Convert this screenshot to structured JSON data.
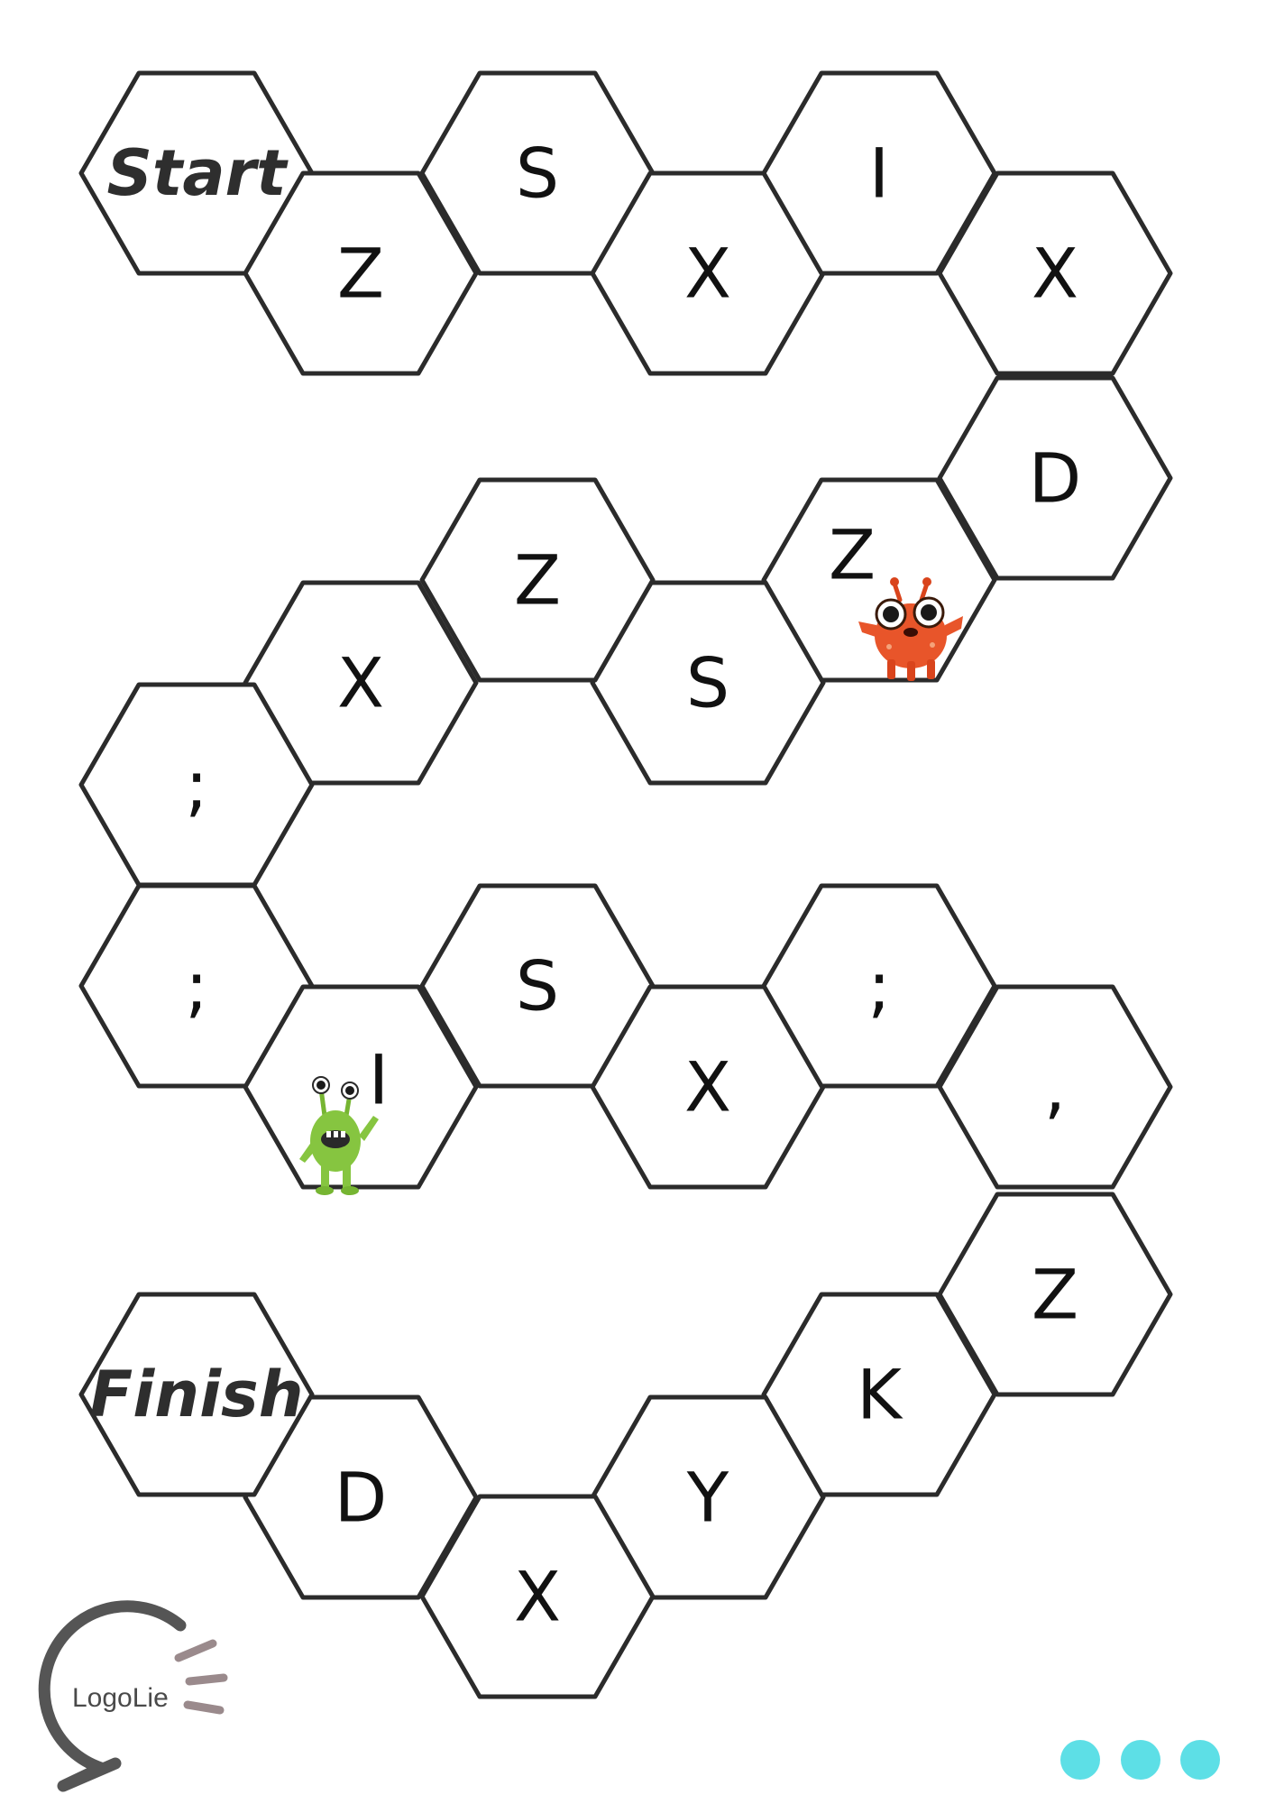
{
  "board": {
    "cells": [
      {
        "id": "start",
        "label": "Start",
        "style": "script"
      },
      {
        "id": "c01",
        "label": "Z"
      },
      {
        "id": "c02",
        "label": "S"
      },
      {
        "id": "c03",
        "label": "X"
      },
      {
        "id": "c04",
        "label": "I"
      },
      {
        "id": "c05",
        "label": "X"
      },
      {
        "id": "c06",
        "label": "D"
      },
      {
        "id": "c07",
        "label": "Z"
      },
      {
        "id": "c08",
        "label": "S"
      },
      {
        "id": "c09",
        "label": "Z"
      },
      {
        "id": "c10",
        "label": "X"
      },
      {
        "id": "c11",
        "label": ";"
      },
      {
        "id": "c12",
        "label": ";"
      },
      {
        "id": "c13",
        "label": "I"
      },
      {
        "id": "c14",
        "label": "S"
      },
      {
        "id": "c15",
        "label": "X"
      },
      {
        "id": "c16",
        "label": ";"
      },
      {
        "id": "c17",
        "label": ","
      },
      {
        "id": "c18",
        "label": "Z"
      },
      {
        "id": "c19",
        "label": "K"
      },
      {
        "id": "c20",
        "label": "Y"
      },
      {
        "id": "c21",
        "label": "X"
      },
      {
        "id": "c22",
        "label": "D"
      },
      {
        "id": "finish",
        "label": "Finish",
        "style": "script"
      }
    ]
  },
  "characters": [
    {
      "name": "orange-monster-icon",
      "cell": "c07",
      "color": "#e8552a"
    },
    {
      "name": "green-monster-icon",
      "cell": "c13",
      "color": "#86c540"
    }
  ],
  "logo": {
    "text": "LogoLie"
  },
  "dots": {
    "color": "#5ddfe6",
    "count": 3
  },
  "colors": {
    "stroke": "#2b2b2b",
    "text": "#111111",
    "script": "#2e2e2e"
  }
}
